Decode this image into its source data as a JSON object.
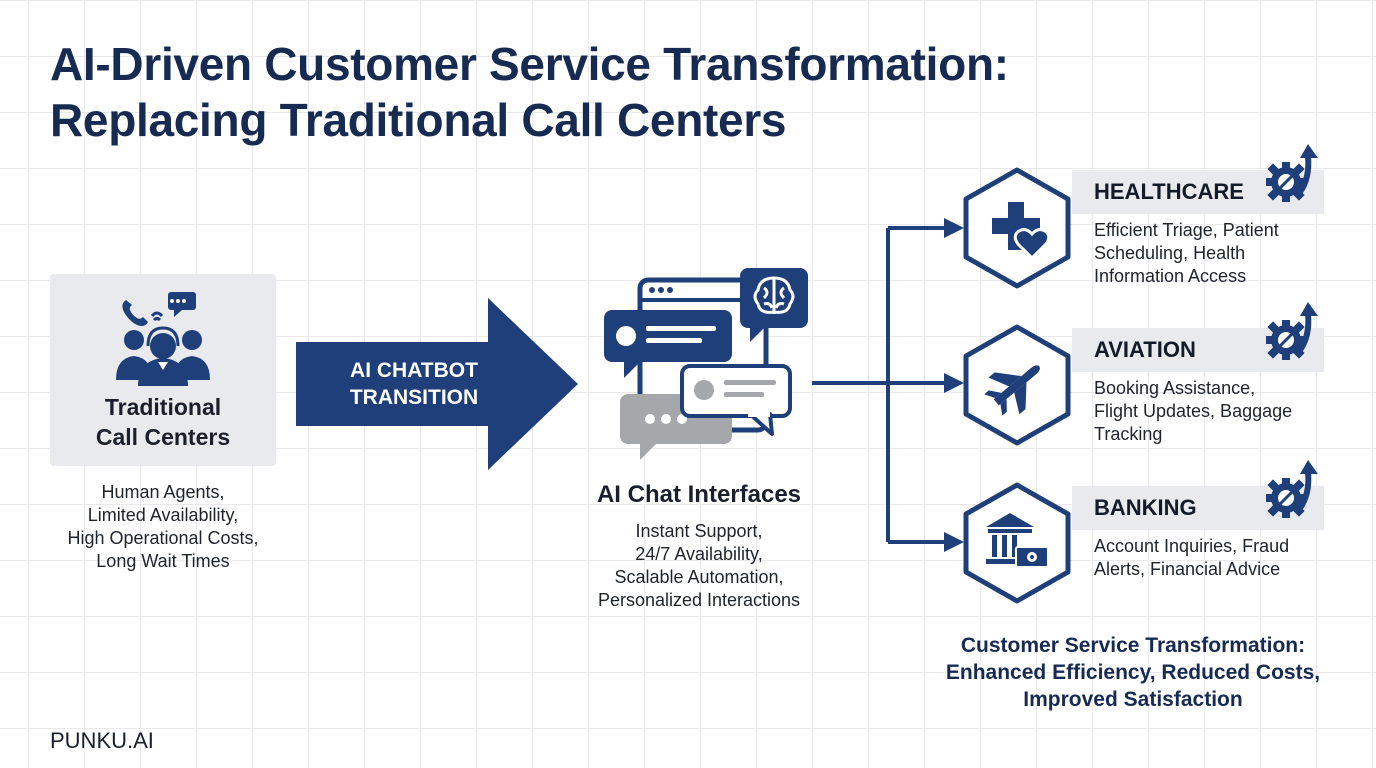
{
  "title": {
    "line1": "AI-Driven Customer Service Transformation:",
    "line2": "Replacing Traditional Call Centers"
  },
  "traditional": {
    "icon": "call-center-agents-icon",
    "label_line1": "Traditional",
    "label_line2": "Call Centers",
    "desc": [
      "Human Agents,",
      "Limited Availability,",
      "High Operational Costs,",
      "Long Wait Times"
    ]
  },
  "transition": {
    "label_line1": "AI CHATBOT",
    "label_line2": "TRANSITION"
  },
  "ai": {
    "icon": "chat-interface-icon",
    "title": "AI Chat Interfaces",
    "desc": [
      "Instant Support,",
      "24/7 Availability,",
      "Scalable Automation,",
      "Personalized Interactions"
    ]
  },
  "sectors": [
    {
      "name": "HEALTHCARE",
      "icon": "medical-cross-heart-icon",
      "desc": [
        "Efficient Triage, Patient",
        "Scheduling, Health",
        "Information Access"
      ]
    },
    {
      "name": "AVIATION",
      "icon": "airplane-icon",
      "desc": [
        "Booking Assistance,",
        "Flight Updates, Baggage",
        "Tracking"
      ]
    },
    {
      "name": "BANKING",
      "icon": "bank-money-icon",
      "desc": [
        "Account Inquiries, Fraud",
        "Alerts, Financial Advice"
      ]
    }
  ],
  "summary": {
    "line1": "Customer Service Transformation:",
    "line2": "Enhanced Efficiency, Reduced Costs,",
    "line3": "Improved Satisfaction"
  },
  "brand": "PUNKU.AI",
  "colors": {
    "navy": "#1f3f7a",
    "dark_navy": "#172b52",
    "panel_grey": "#e9eaed",
    "bubble_grey": "#a5a7ab"
  }
}
